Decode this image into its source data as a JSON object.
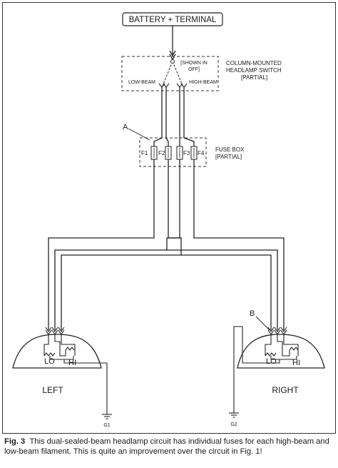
{
  "diagram": {
    "battery_label": "BATTERY + TERMINAL",
    "switch": {
      "shown_in_off": [
        "[SHOWN IN",
        "OFF]"
      ],
      "low_beam": "LOW-BEAM",
      "high_beam": "HIGH-BEAM",
      "label": [
        "COLUMN-MOUNTED",
        "HEADLAMP SWITCH",
        "[PARTIAL]"
      ]
    },
    "fuse_box": {
      "callout": "A",
      "fuses": [
        "F1",
        "F2",
        "F3",
        "F4"
      ],
      "label": [
        "FUSE BOX",
        "[PARTIAL]"
      ]
    },
    "left_lamp": {
      "lo": "LO",
      "hi": "HI",
      "name": "LEFT",
      "ground": "G1"
    },
    "right_lamp": {
      "lo": "LO",
      "hi": "HI",
      "name": "RIGHT",
      "ground": "G2",
      "callout": "B"
    }
  },
  "caption": {
    "fig": "Fig. 3",
    "text": "This dual-sealed-beam headlamp circuit has individual fuses for each high-beam and low-beam filament. This is quite an improvement over the circuit in Fig. 1!"
  }
}
